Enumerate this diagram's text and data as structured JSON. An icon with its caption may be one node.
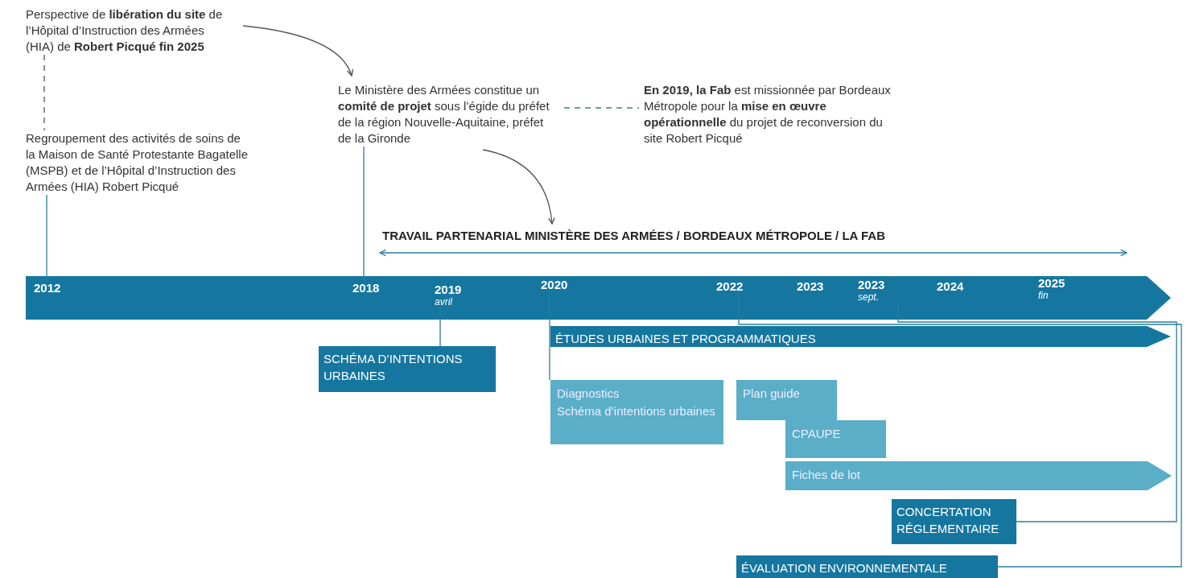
{
  "diagram": {
    "nodes": [
      {
        "text": [
          "Perspective de **libération du site** de l’Hôpital d’Instruction des Armées (HIA) de **Robert Picqué fin 2025**"
        ]
      },
      {
        "text": [
          "Regroupement des activités de soins de la Maison de Santé Protestante Bagatelle (MSPB) et de l’Hôpital d’Instruction des Armées (HIA) Robert Picqué"
        ]
      },
      {
        "text": [
          "Le Ministère des Armées constitue un **comité de projet** sous l’égide du préfet de la région Nouvelle-Aquitaine, préfet de la Gironde"
        ]
      },
      {
        "text": [
          "**En 2019, la Fab** est missionnée par Bordeaux Métropole pour la **mise en œuvre opérationnelle** du projet de reconversion du site Robert Picqué"
        ]
      },
      {
        "text": [
          "TRAVAIL PARTENARIAL MINISTÈRE DES ARMÉES / BORDEAUX MÉTROPOLE / LA FAB"
        ]
      },
      {
        "text": [],
        "shape": "bar"
      },
      {
        "text": [
          "2012"
        ],
        "in": 5
      },
      {
        "text": [
          "2018"
        ],
        "in": 5
      },
      {
        "text": [
          "2019",
          "avril"
        ],
        "in": 5
      },
      {
        "text": [
          "2020"
        ],
        "in": 5
      },
      {
        "text": [
          "2022"
        ],
        "in": 5
      },
      {
        "text": [
          "2023"
        ],
        "in": 5
      },
      {
        "text": [
          "2023",
          "sept."
        ],
        "in": 5
      },
      {
        "text": [
          "2024"
        ],
        "in": 5
      },
      {
        "text": [
          "2025",
          "fin"
        ],
        "in": 5
      },
      {
        "text": [
          "ÉTUDES URBAINES ET PROGRAMMATIQUES"
        ]
      },
      {
        "text": [
          "SCHÉMA D’INTENTIONS URBAINES"
        ]
      },
      {
        "text": [
          "Diagnostics",
          "Schéma d’intentions urbaines"
        ]
      },
      {
        "text": [
          "Plan guide"
        ]
      },
      {
        "text": [
          "CPAUPE"
        ]
      },
      {
        "text": [
          "Fiches de lot"
        ]
      },
      {
        "text": [
          "CONCERTATION RÉGLEMENTAIRE"
        ]
      },
      {
        "text": [
          "ÉVALUATION ENVIRONNEMENTALE"
        ]
      }
    ],
    "edges": [
      {
        "from": 0,
        "to": 2,
        "arrow": "to",
        "color": "#555555"
      },
      {
        "from": 0,
        "to": 1,
        "arrow": "none",
        "style": "dashed",
        "color": "#555555"
      },
      {
        "from": 2,
        "to": 3,
        "arrow": "none",
        "style": "dashed",
        "color": "#2e8b70"
      },
      {
        "from": 2,
        "to": 4,
        "arrow": "to",
        "color": "#555555"
      },
      {
        "from": 1,
        "to": 6,
        "arrow": "none"
      },
      {
        "from": 2,
        "to": 7,
        "arrow": "none"
      },
      {
        "from": 8,
        "to": 16,
        "arrow": "none"
      },
      {
        "from": 9,
        "to": 17,
        "arrow": "none"
      },
      {
        "from": 10,
        "to": 22,
        "arrow": "none"
      },
      {
        "from": 12,
        "to": 21,
        "arrow": "none"
      }
    ]
  }
}
